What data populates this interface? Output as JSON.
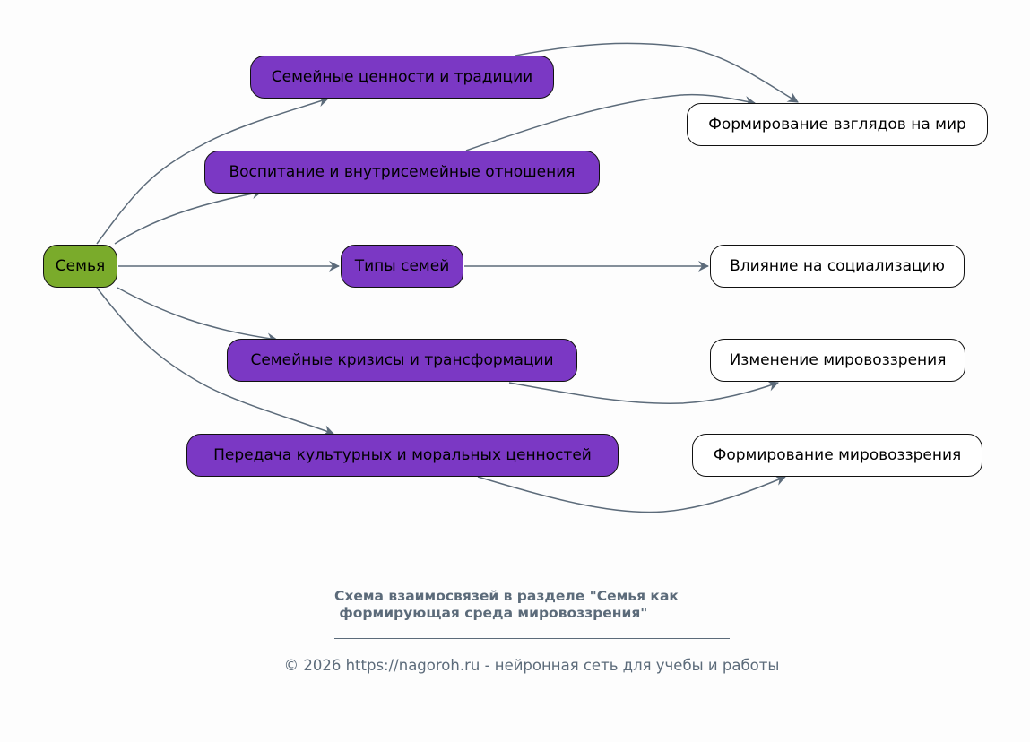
{
  "diagram": {
    "root": {
      "id": "family",
      "label": "Семья",
      "color": "#7aab2b"
    },
    "middle_color": "#7b38c4",
    "leaf_color": "#ffffff",
    "edge_color": "#5c6b7a",
    "nodes": [
      {
        "id": "family",
        "label": "Семья"
      },
      {
        "id": "values",
        "label": "Семейные ценности и традиции"
      },
      {
        "id": "upbringing",
        "label": "Воспитание и внутрисемейные отношения"
      },
      {
        "id": "types",
        "label": "Типы семей"
      },
      {
        "id": "crises",
        "label": "Семейные кризисы и трансформации"
      },
      {
        "id": "transmission",
        "label": "Передача культурных и моральных ценностей"
      },
      {
        "id": "views",
        "label": "Формирование взглядов на мир"
      },
      {
        "id": "socialization",
        "label": "Влияние на социализацию"
      },
      {
        "id": "change",
        "label": "Изменение мировоззрения"
      },
      {
        "id": "formation",
        "label": "Формирование мировоззрения"
      }
    ],
    "edges": [
      {
        "from": "family",
        "to": "values"
      },
      {
        "from": "family",
        "to": "upbringing"
      },
      {
        "from": "family",
        "to": "types"
      },
      {
        "from": "family",
        "to": "crises"
      },
      {
        "from": "family",
        "to": "transmission"
      },
      {
        "from": "values",
        "to": "views"
      },
      {
        "from": "upbringing",
        "to": "views"
      },
      {
        "from": "types",
        "to": "socialization"
      },
      {
        "from": "crises",
        "to": "change"
      },
      {
        "from": "transmission",
        "to": "formation"
      }
    ]
  },
  "caption": "Схема взаимосвязей в разделе \"Семья как\n формирующая среда мировоззрения\"",
  "footer": "© 2026 https://nagoroh.ru - нейронная сеть для учебы и работы"
}
